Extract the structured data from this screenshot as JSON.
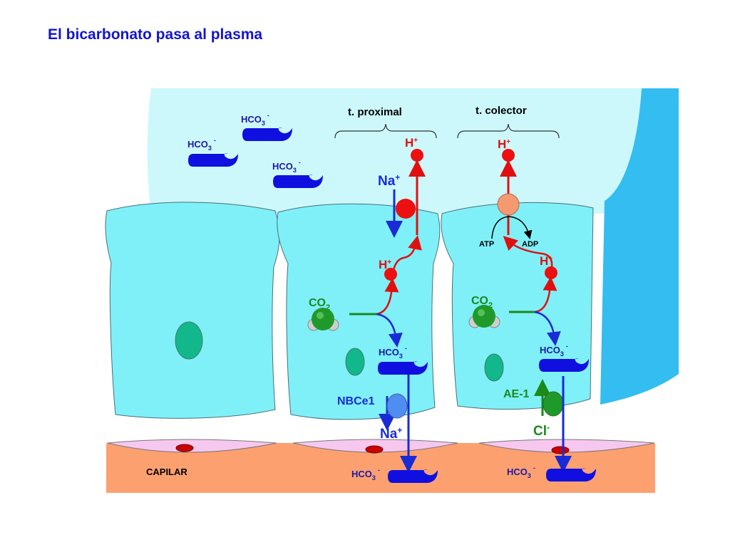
{
  "title": "El bicarbonato pasa al plasma",
  "labels": {
    "t_proximal": "t. proximal",
    "t_colector": "t. colector",
    "capilar": "CAPILAR",
    "hco3": "HCO",
    "hco3_sub": "3",
    "hco3_sup": "-",
    "h": "H",
    "plus": "+",
    "na": "Na",
    "co": "CO",
    "co_sub": "2",
    "atp": "ATP",
    "adp": "ADP",
    "nbce1": "NBCe1",
    "ae1": "AE-1",
    "cl": "Cl",
    "cl_sup": "-"
  },
  "colors": {
    "lumen": "#ccf8fc",
    "cell": "#7ff0f8",
    "wall": "#33bdf0",
    "capillary": "#fca070",
    "endothelium": "#f7c8ef",
    "bicarbonate": "#0f10e0",
    "proton": "#ec1010",
    "co2": "#1f9a2a",
    "nucleus": "#12b88c"
  }
}
